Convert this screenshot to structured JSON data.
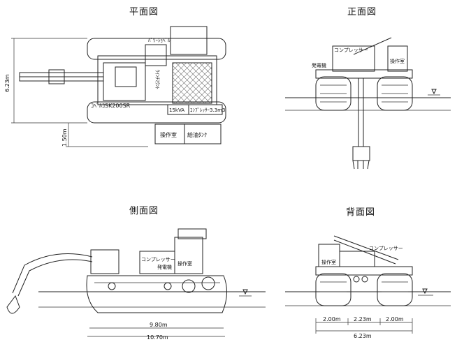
{
  "views": {
    "plan": {
      "title": "平面図"
    },
    "front": {
      "title": "正面図"
    },
    "side": {
      "title": "側面図"
    },
    "back": {
      "title": "背面図"
    }
  },
  "plan_labels": {
    "height_dim": "6.23m",
    "offset_dim": "1.50m",
    "model": "ｺﾍﾞﾙｺSK200SR",
    "generator": "15kVA",
    "compressor": "ｺﾝﾌﾟﾚｯｻｰ3.3m3",
    "control_room": "操作室",
    "fuel_tank": "給油ﾀﾝｸ",
    "winch": "ｳｲﾝﾁﾏｳﾝﾄ",
    "hook_note": "ﾊﾟﾜｰｼｮﾍﾞﾙ"
  },
  "front_labels": {
    "compressor": "コンプレッサー",
    "control": "操作室",
    "generator": "発電機"
  },
  "side_labels": {
    "compressor": "コンプレッサー",
    "generator": "発電機",
    "control": "操作室",
    "dim_inner": "9.80m",
    "dim_outer": "10.70m"
  },
  "back_labels": {
    "compressor": "コンプレッサー",
    "control": "操作室",
    "dim_a": "2.00m",
    "dim_b": "2.23m",
    "dim_c": "2.00m",
    "dim_total": "6.23m"
  }
}
